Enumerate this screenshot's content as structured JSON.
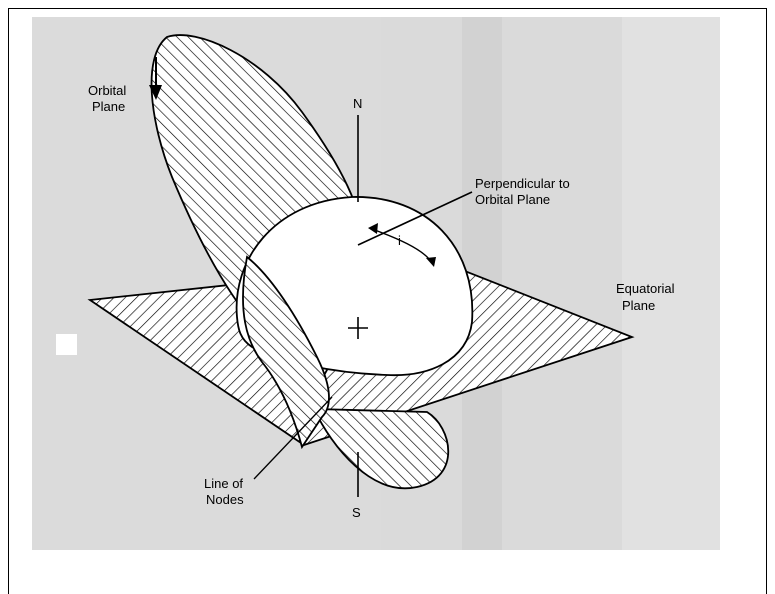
{
  "labels": {
    "orbital_plane": [
      "Orbital",
      "Plane"
    ],
    "north": "N",
    "south": "S",
    "perpendicular": [
      "Perpendicular to",
      "Orbital Plane"
    ],
    "inclination": "i",
    "equatorial_plane": [
      "Equatorial",
      "Plane"
    ],
    "line_of_nodes": [
      "Line of",
      "Nodes"
    ]
  },
  "colors": {
    "background_scan": "#dcdcdc",
    "hatch": "#000000",
    "fill_white": "#ffffff",
    "bleed_text": "#cfcfcf"
  }
}
